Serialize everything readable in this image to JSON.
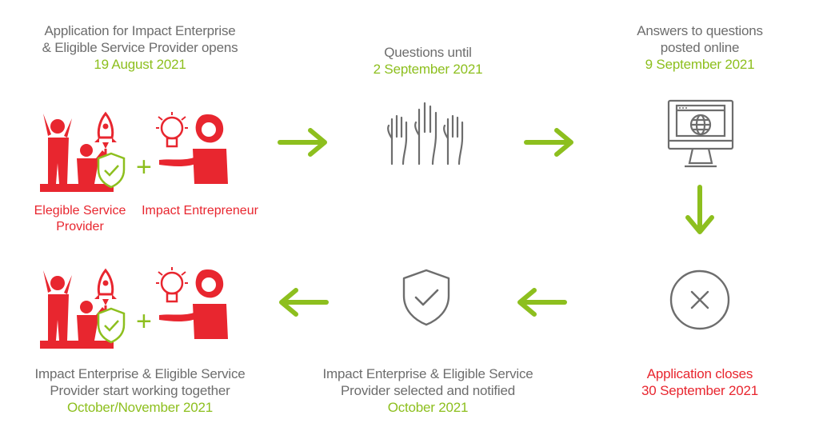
{
  "colors": {
    "accent": "#8dbf1e",
    "red": "#e8262f",
    "gray": "#6d6d6d"
  },
  "steps": {
    "open": {
      "line1": "Application for Impact Enterprise",
      "line2": "& Eligible Service Provider opens",
      "date": "19 August 2021"
    },
    "questions": {
      "line1": "Questions until",
      "date": "2 September 2021"
    },
    "answers": {
      "line1": "Answers to questions",
      "line2": "posted online",
      "date": "9 September 2021"
    },
    "closes": {
      "line1": "Application closes",
      "date": "30 September 2021"
    },
    "selected": {
      "line1": "Impact Enterprise & Eligible Service",
      "line2": "Provider selected and notified",
      "date": "October 2021"
    },
    "working": {
      "line1": "Impact Enterprise & Eligible Service",
      "line2": "Provider start working together",
      "date": "October/November 2021"
    }
  },
  "labels": {
    "esp_line1": "Elegible Service",
    "esp_line2": "Provider",
    "entrepreneur": "Impact Entrepreneur",
    "plus": "+"
  },
  "icons": [
    "team-rocket-icon",
    "shield-check-icon",
    "lightbulb-entrepreneur-icon",
    "raised-hands-icon",
    "computer-globe-icon",
    "close-circle-icon",
    "arrow-right-icon",
    "arrow-down-icon",
    "arrow-left-icon"
  ]
}
